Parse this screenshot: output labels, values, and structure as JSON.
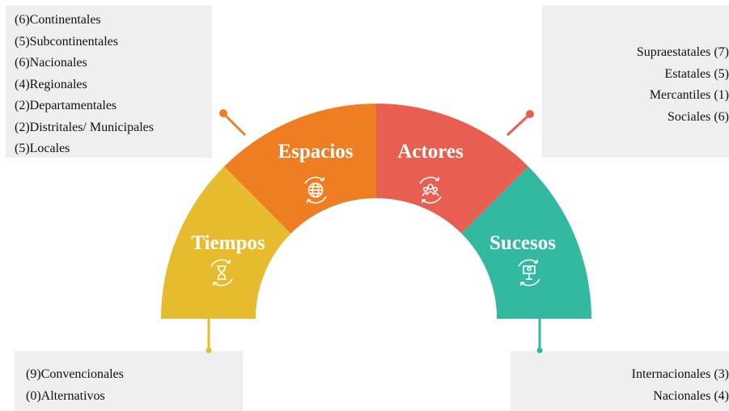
{
  "segments": {
    "tiempos": {
      "label": "Tiempos",
      "color": "#e6bc2e",
      "icon": "hourglass-icon"
    },
    "espacios": {
      "label": "Espacios",
      "color": "#ef7d22",
      "icon": "globe-icon"
    },
    "actores": {
      "label": "Actores",
      "color": "#e85f51",
      "icon": "people-icon"
    },
    "sucesos": {
      "label": "Sucesos",
      "color": "#33b9a0",
      "icon": "presentation-icon"
    }
  },
  "espacios_list": [
    "(6)Continentales",
    "(5)Subcontinentales",
    "(6)Nacionales",
    "(4)Regionales",
    "(2)Departamentales",
    "(2)Distritales/ Municipales",
    "(5)Locales"
  ],
  "actores_list": [
    "Supraestatales (7)",
    "Estatales (5)",
    "Mercantiles (1)",
    "Sociales (6)"
  ],
  "tiempos_list": [
    "(9)Convencionales",
    "(0)Alternativos"
  ],
  "sucesos_list": [
    "Internacionales (3)",
    "Nacionales (4)"
  ]
}
